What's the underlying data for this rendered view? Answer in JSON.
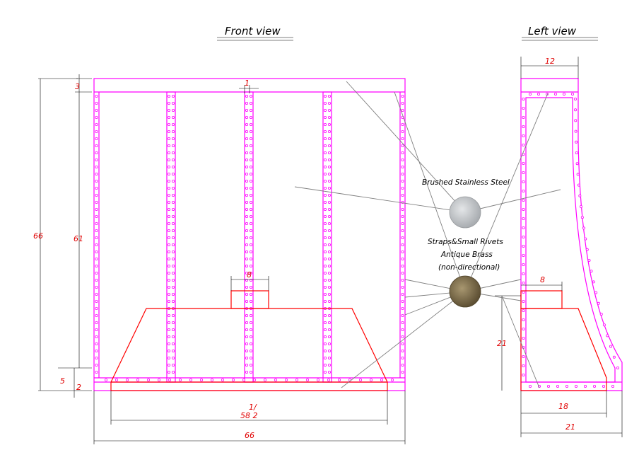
{
  "views": {
    "front_title": "Front view",
    "left_title": "Left view"
  },
  "front_dims": {
    "top_band": "3",
    "total_height": "66",
    "inner_height": "61",
    "strap_width": "1",
    "chimney_width": "8",
    "bottom_band": "5",
    "bottom_strip": "2",
    "base_width_fraction": "1/",
    "base_width": "58 2",
    "total_width": "66"
  },
  "side_dims": {
    "top_depth": "12",
    "chimney_depth": "8",
    "lower_height": "21",
    "base_depth": "18",
    "total_depth": "21"
  },
  "finishes": {
    "steel_label": "Brushed Stainless Steel",
    "straps_label": "Straps&Small Rivets",
    "brass_label": "Antique Brass",
    "brass_note": "(non-directional)"
  },
  "colors": {
    "outline": "#ff00ff",
    "dimension_text": "#ff0000",
    "steel": "#c8cacc",
    "brass": "#8a7a55"
  }
}
